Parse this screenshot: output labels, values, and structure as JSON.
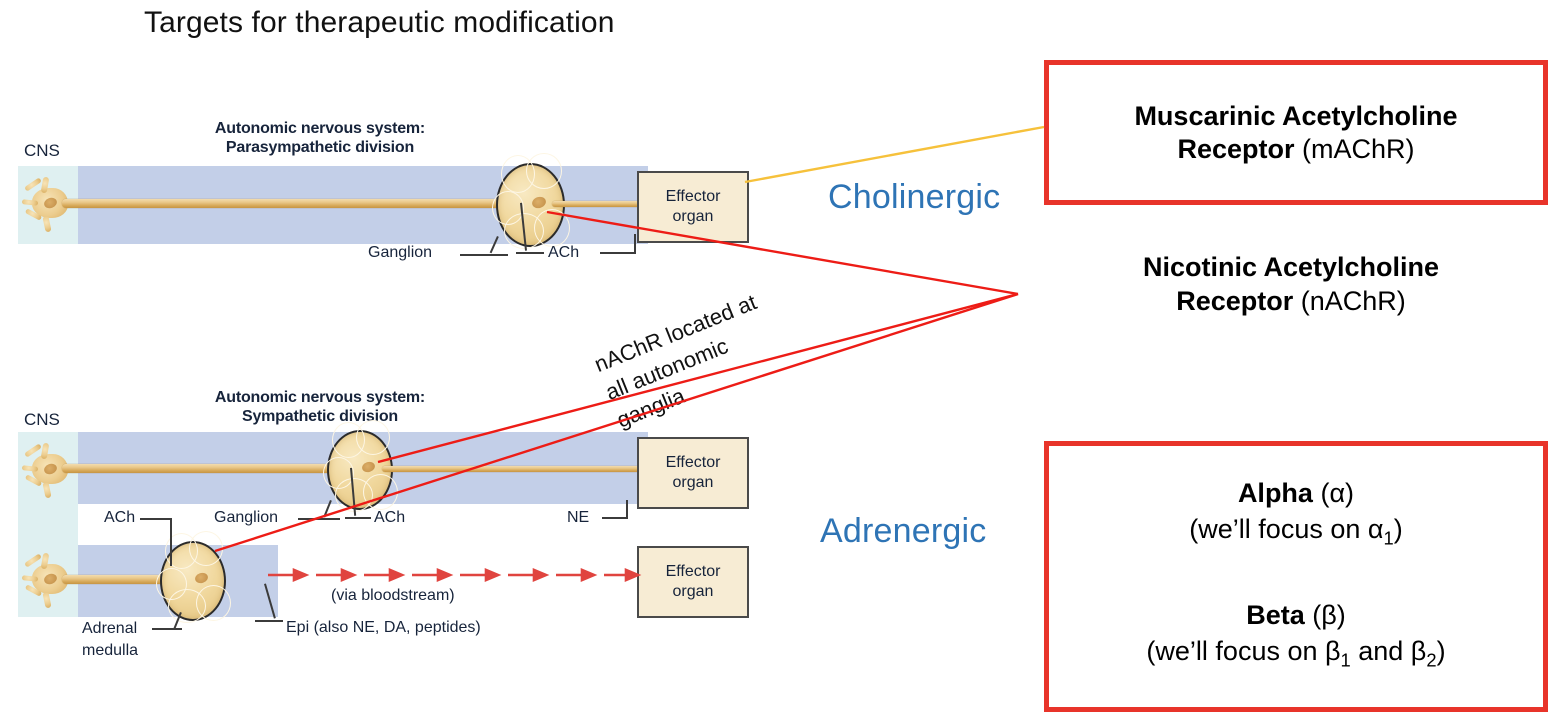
{
  "slide": {
    "title": "Targets for therapeutic modification",
    "accent_red": "#E8342A",
    "accent_blue": "#2E74B5",
    "accent_yellow": "#F6C13B"
  },
  "figures": [
    {
      "id": "parasympathetic",
      "title_line1": "Autonomic nervous system:",
      "title_line2": "Parasympathetic division",
      "cns_label": "CNS",
      "effector_line1": "Effector",
      "effector_line2": "organ",
      "labels": [
        "Ganglion",
        "ACh"
      ]
    },
    {
      "id": "sympathetic",
      "title_line1": "Autonomic nervous system:",
      "title_line2": "Sympathetic division",
      "cns_label": "CNS",
      "effector_line1": "Effector",
      "effector_line2": "organ",
      "effector2_line1": "Effector",
      "effector2_line2": "organ",
      "labels": [
        "ACh",
        "Ganglion",
        "ACh",
        "NE",
        "Adrenal",
        "medulla",
        "(via bloodstream)",
        "Epi (also NE, DA, peptides)"
      ]
    }
  ],
  "class_labels": {
    "cholinergic": "Cholinergic",
    "adrenergic": "Adrenergic"
  },
  "annotation": {
    "ganglia_note": "nAChR located at\nall autonomic\nganglia"
  },
  "callouts": {
    "muscarinic": {
      "bold": "Muscarinic Acetylcholine",
      "bold2": "Receptor",
      "plain2": " (mAChR)"
    },
    "nicotinic": {
      "bold": "Nicotinic Acetylcholine",
      "bold2": "Receptor",
      "plain2": " (nAChR)"
    },
    "alpha": {
      "bold": "Alpha",
      "plain": " (α)",
      "sub_line": "(we’ll focus on α1)"
    },
    "beta": {
      "bold": "Beta",
      "plain": " (β)",
      "sub_line": "(we’ll focus on β1 and β2)"
    }
  }
}
